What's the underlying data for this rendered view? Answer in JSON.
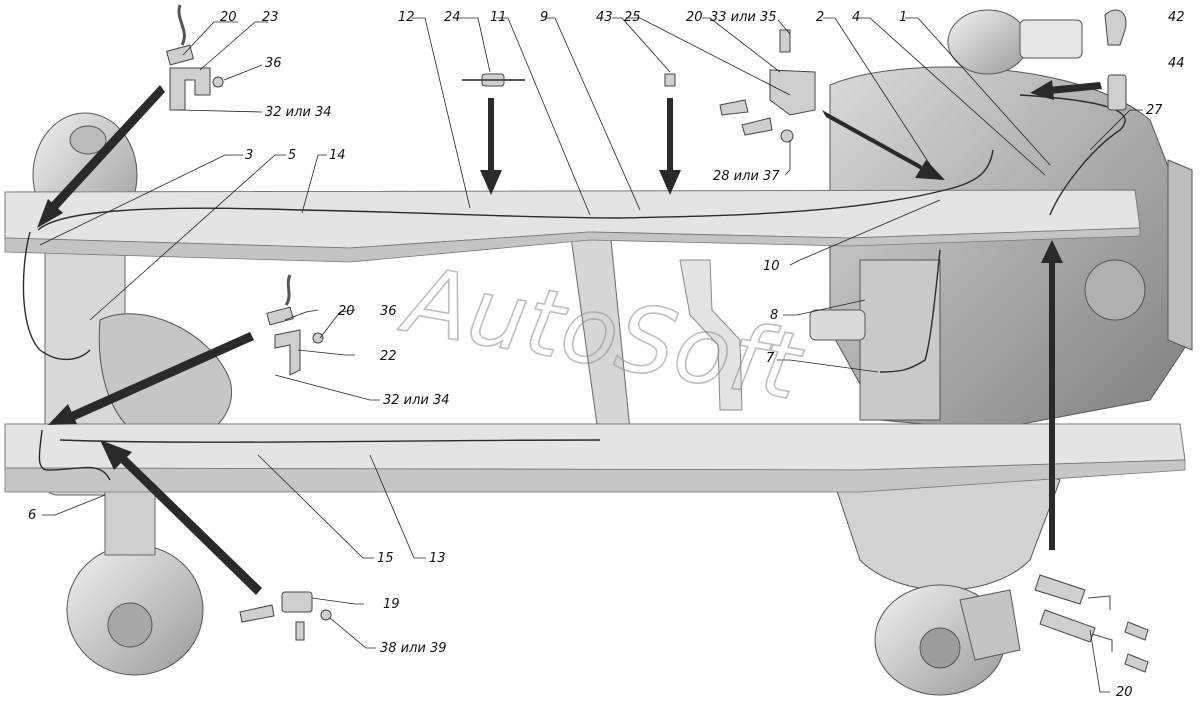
{
  "watermark": "AutoSoft",
  "callouts": {
    "c20a": "20",
    "c23": "23",
    "c36a": "36",
    "c32a": "32 или 34",
    "c3": "3",
    "c5": "5",
    "c14": "14",
    "c12": "12",
    "c24": "24",
    "c11": "11",
    "c9": "9",
    "c43": "43",
    "c25": "25",
    "c20b": "20",
    "c33": "33 или 35",
    "c2": "2",
    "c4": "4",
    "c1": "1",
    "c42": "42",
    "c44": "44",
    "c27": "27",
    "c28": "28 или 37",
    "c10": "10",
    "c8": "8",
    "c7": "7",
    "c20c": "20",
    "c36b": "36",
    "c22": "22",
    "c32b": "32 или 34",
    "c6": "6",
    "c15": "15",
    "c13": "13",
    "c19": "19",
    "c38": "38 или 39",
    "c20d": "20"
  },
  "colors": {
    "frame": "#e2e2e2",
    "frame_dark": "#b9b9b9",
    "part": "#cfcfcf",
    "line": "#2b2b2b",
    "arrow": "#2a2a2a"
  }
}
